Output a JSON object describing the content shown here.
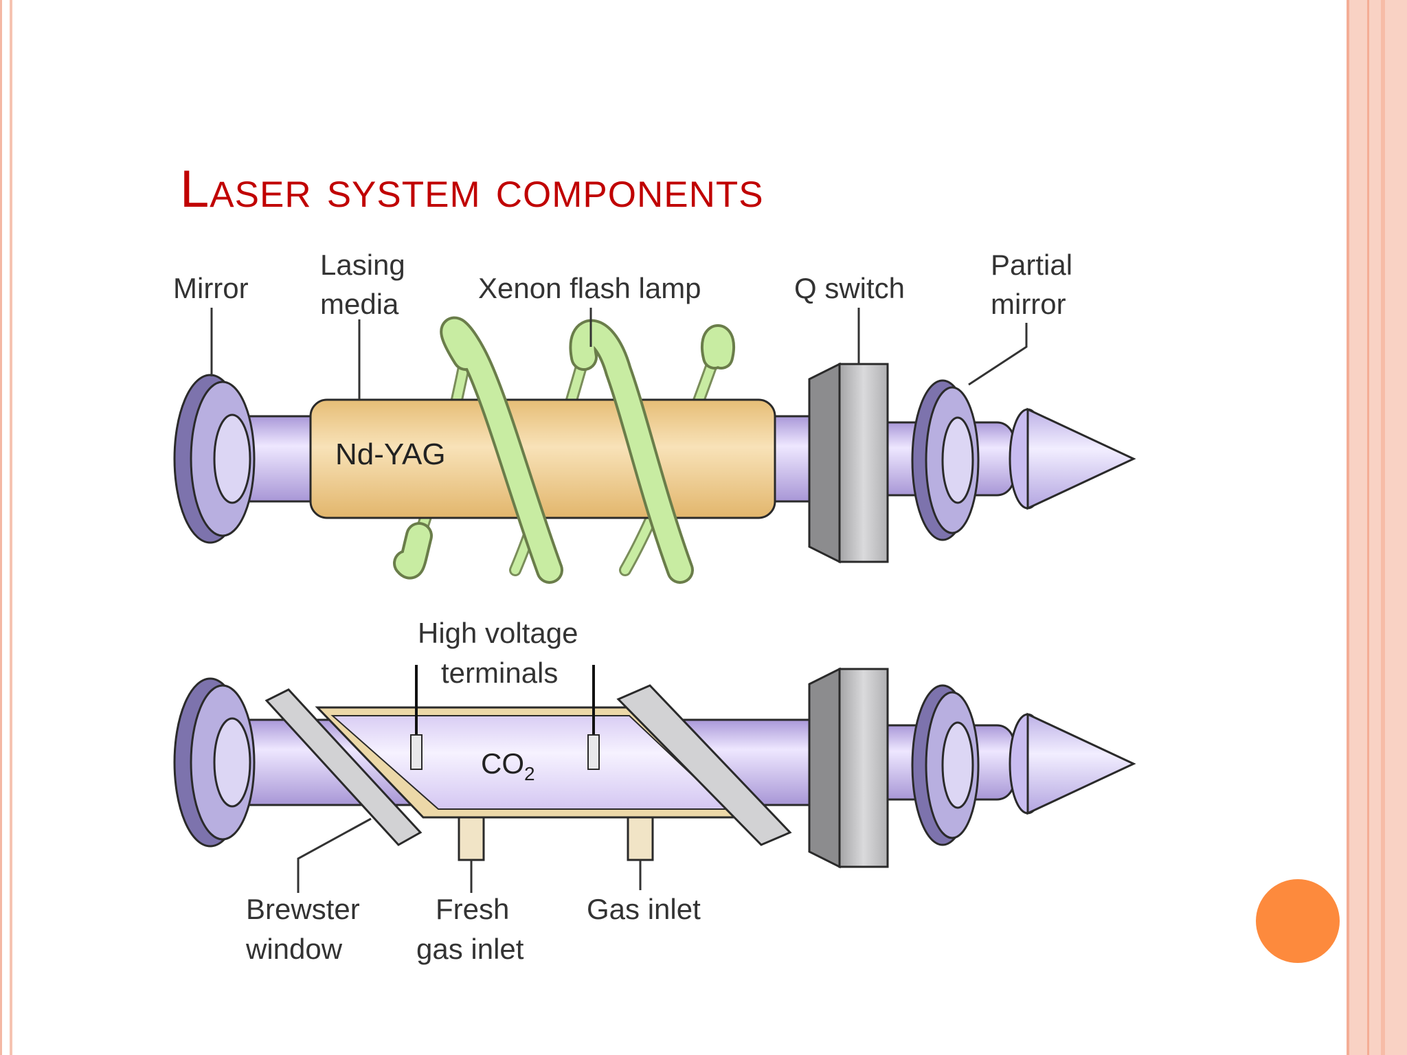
{
  "slide": {
    "title": "Laser system components"
  },
  "colors": {
    "title": "#c00000",
    "beam": "#c6b5ec",
    "mirror": "#9d92c8",
    "nd_yag_rod": "#f3d09a",
    "flash_lamp": "#c8eca2",
    "q_switch": "#b9b9bb",
    "co2_tube": "#e6dcf8",
    "accent_dot": "#fd8a3d"
  },
  "nd_yag_diagram": {
    "rod_label": "Nd-YAG",
    "labels": {
      "mirror": "Mirror",
      "lasing_media_line1": "Lasing",
      "lasing_media_line2": "media",
      "flash_lamp": "Xenon flash lamp",
      "q_switch": "Q switch",
      "partial_mirror_line1": "Partial",
      "partial_mirror_line2": "mirror"
    }
  },
  "co2_diagram": {
    "gas_label": "CO",
    "gas_subscript": "2",
    "labels": {
      "hv_line1": "High voltage",
      "hv_line2": "terminals",
      "brewster_line1": "Brewster",
      "brewster_line2": "window",
      "fresh_line1": "Fresh",
      "fresh_line2": "gas inlet",
      "gas_inlet": "Gas inlet"
    }
  }
}
